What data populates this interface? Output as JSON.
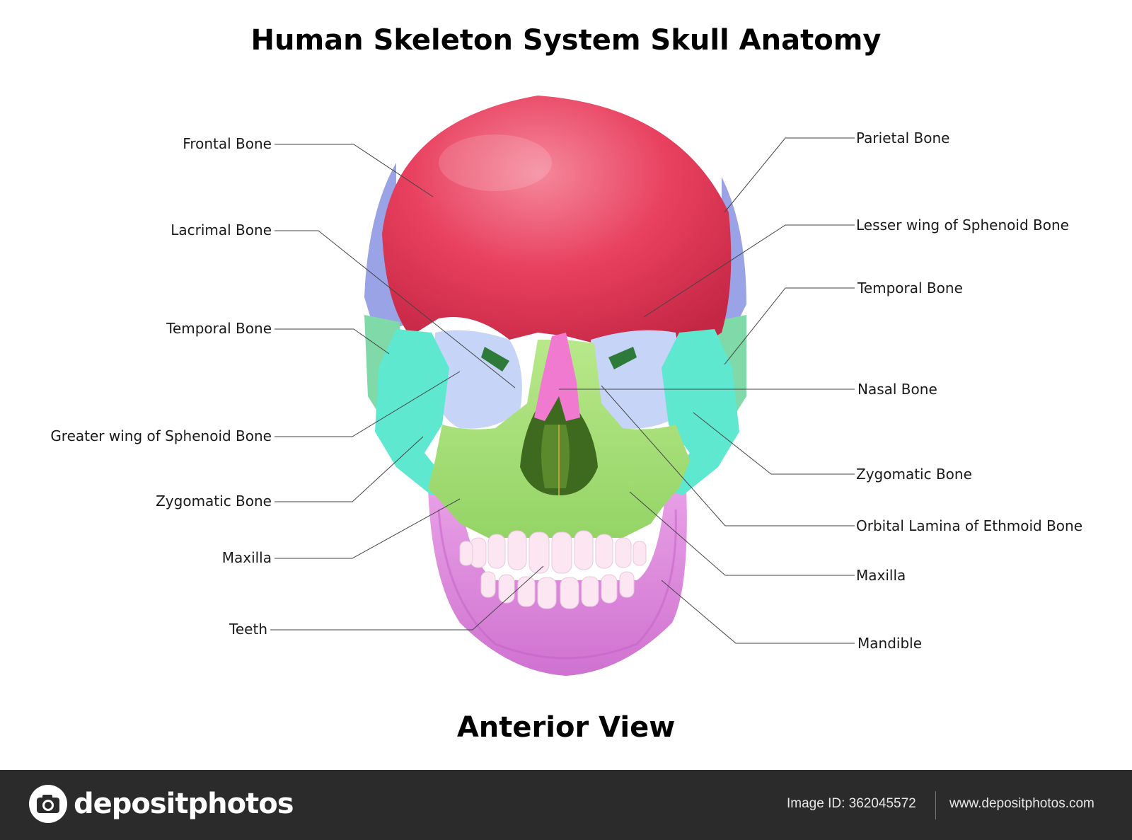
{
  "title": "Human Skeleton System Skull Anatomy",
  "subtitle": "Anterior View",
  "labels_left": {
    "frontal": "Frontal Bone",
    "lacrimal": "Lacrimal Bone",
    "temporal": "Temporal Bone",
    "greater_wing": "Greater wing of Sphenoid Bone",
    "zygomatic": "Zygomatic Bone",
    "maxilla": "Maxilla",
    "teeth": "Teeth"
  },
  "labels_right": {
    "parietal": "Parietal Bone",
    "lesser_wing": "Lesser wing of Sphenoid Bone",
    "temporal": "Temporal Bone",
    "nasal": "Nasal Bone",
    "zygomatic": "Zygomatic Bone",
    "orbital_lamina": "Orbital Lamina of Ethmoid Bone",
    "maxilla": "Maxilla",
    "mandible": "Mandible"
  },
  "colors": {
    "frontal": "#e8405e",
    "parietal": "#9aa3e6",
    "temporal": "#7fd9a8",
    "sphenoid": "#63e6c6",
    "zygomatic": "#5ee8cf",
    "maxilla": "#a6e07a",
    "nasal": "#f07ad0",
    "orbit": "#c6d4f7",
    "teeth": "#fbe6f2",
    "mandible": "#e18be0",
    "nasal_cavity": "#3d6a1e"
  },
  "footer": {
    "brand": "depositphotos",
    "image_id": "Image ID: 362045572",
    "site": "www.depositphotos.com"
  }
}
